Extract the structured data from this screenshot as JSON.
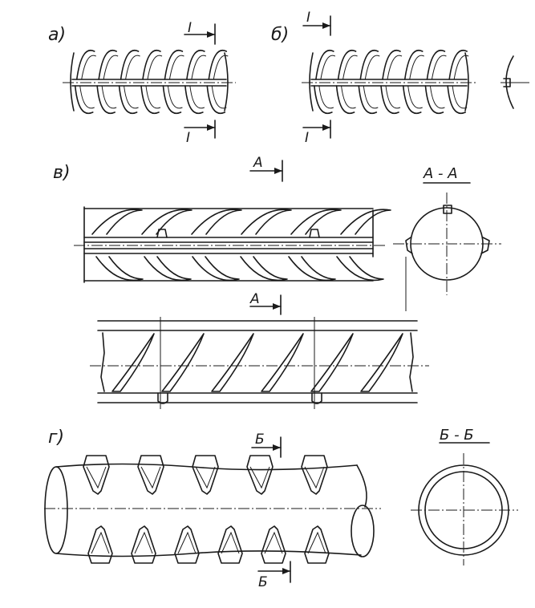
{
  "figures": {
    "a": {
      "label": "а)",
      "mark_top": "I",
      "mark_bottom": "I"
    },
    "b": {
      "label": "б)",
      "mark_top": "I",
      "mark_bottom": "I"
    },
    "v": {
      "label": "в)",
      "mark_top": "A",
      "mark_bottom": "A",
      "section_title": "А - А"
    },
    "g": {
      "label": "г)",
      "mark_top": "Б",
      "mark_bottom": "Б",
      "section_title": "Б - Б"
    }
  },
  "colors": {
    "ink": "#1a1a1a",
    "paper": "#ffffff"
  }
}
